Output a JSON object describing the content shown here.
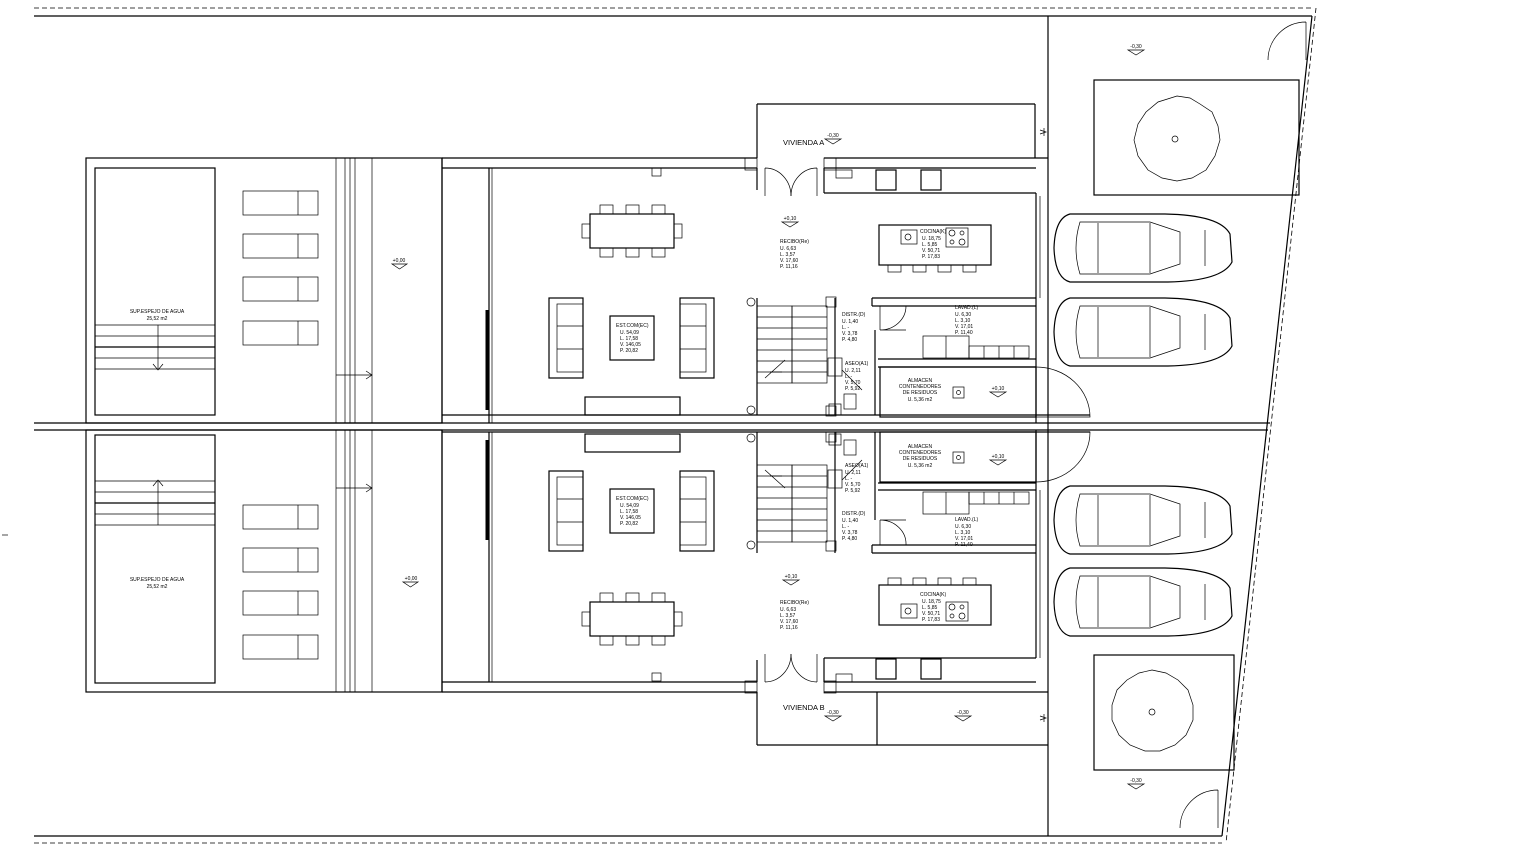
{
  "plan": {
    "vivienda_a": "VIVIENDA A",
    "vivienda_b": "VIVIENDA B",
    "pool": {
      "title": "SUP.ESPEJO DE AGUA",
      "area": "25,52 m2"
    },
    "living": {
      "name": "EST.COM(EC)",
      "lines": [
        "U.   54,09",
        "L.   17,58",
        "V.   146,05",
        "P.   20,82"
      ]
    },
    "hall": {
      "name": "RECIBO(Re)",
      "lines": [
        "U.   6,63",
        "L.   3,57",
        "V.   17,60",
        "P.   11,16"
      ]
    },
    "kitchen": {
      "name": "COCINA(K)",
      "lines": [
        "U.   18,75",
        "L.   5,85",
        "V.   50,71",
        "P.   17,83"
      ]
    },
    "distributor": {
      "name": "DISTR.(D)",
      "lines": [
        "U.   1,40",
        "L.   -",
        "V.   3,78",
        "P.   4,80"
      ]
    },
    "toilet": {
      "name": "ASEO(A1)",
      "lines": [
        "U.   2,11",
        "L.   -",
        "V.   5,70",
        "P.   5,92"
      ]
    },
    "laundry": {
      "name": "LAVAD.(L)",
      "lines": [
        "U.   6,30",
        "L.   3,10",
        "V.   17,01",
        "P.   11,40"
      ]
    },
    "storage": {
      "line1": "ALMACEN",
      "line2": "CONTENEDORES",
      "line3": "DE RESIDUOS",
      "area": "U. 5,36 m2"
    },
    "levels": {
      "terrace": "+0,00",
      "interior": "+0,10",
      "garage": "-0,30",
      "entry": "-0,30"
    }
  }
}
